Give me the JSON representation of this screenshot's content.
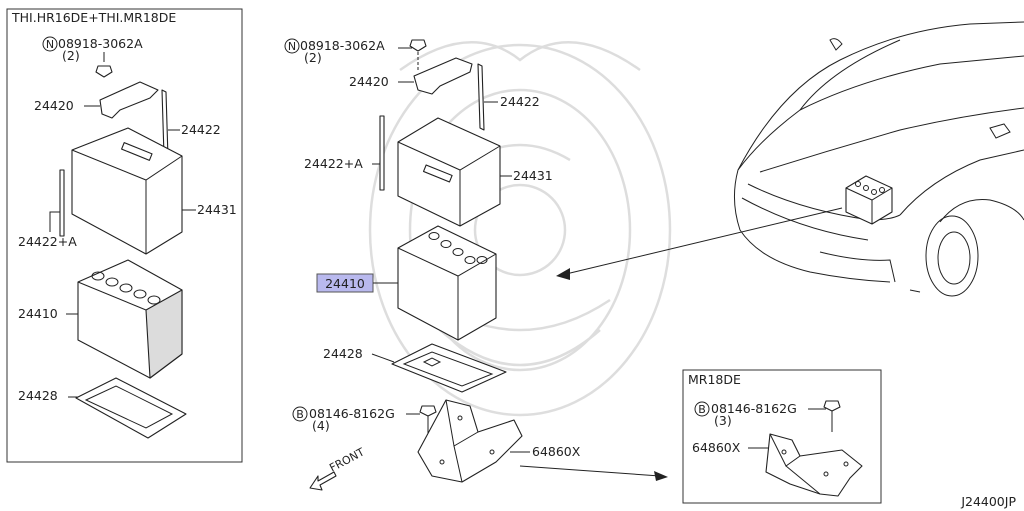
{
  "colors": {
    "highlight": "#b9b9ee",
    "line": "#222222",
    "watermark": "#d8d8d8"
  },
  "left_panel": {
    "title": "THI.HR16DE+THI.MR18DE",
    "nut_ref": "08918-3062A",
    "nut_qty": "(2)",
    "bracket": "24420",
    "rod_right": "24422",
    "case": "24431",
    "rod_left": "24422+A",
    "battery": "24410",
    "tray": "24428"
  },
  "main": {
    "nut_ref": "08918-3062A",
    "nut_qty": "(2)",
    "bracket": "24420",
    "rod_right": "24422",
    "rod_left": "24422+A",
    "case": "24431",
    "battery": "24410",
    "tray": "24428",
    "bolt_ref": "08146-8162G",
    "bolt_qty": "(4)",
    "support": "64860X",
    "front": "FRONT"
  },
  "inset": {
    "title": "MR18DE",
    "bolt_ref": "08146-8162G",
    "bolt_qty": "(3)",
    "support": "64860X"
  },
  "symbols": {
    "nut": "N",
    "bolt": "B"
  },
  "footer": {
    "code": "J24400JP"
  },
  "icons": [
    "nut-icon",
    "bolt-icon",
    "battery-icon",
    "car-icon",
    "front-arrow-icon"
  ]
}
